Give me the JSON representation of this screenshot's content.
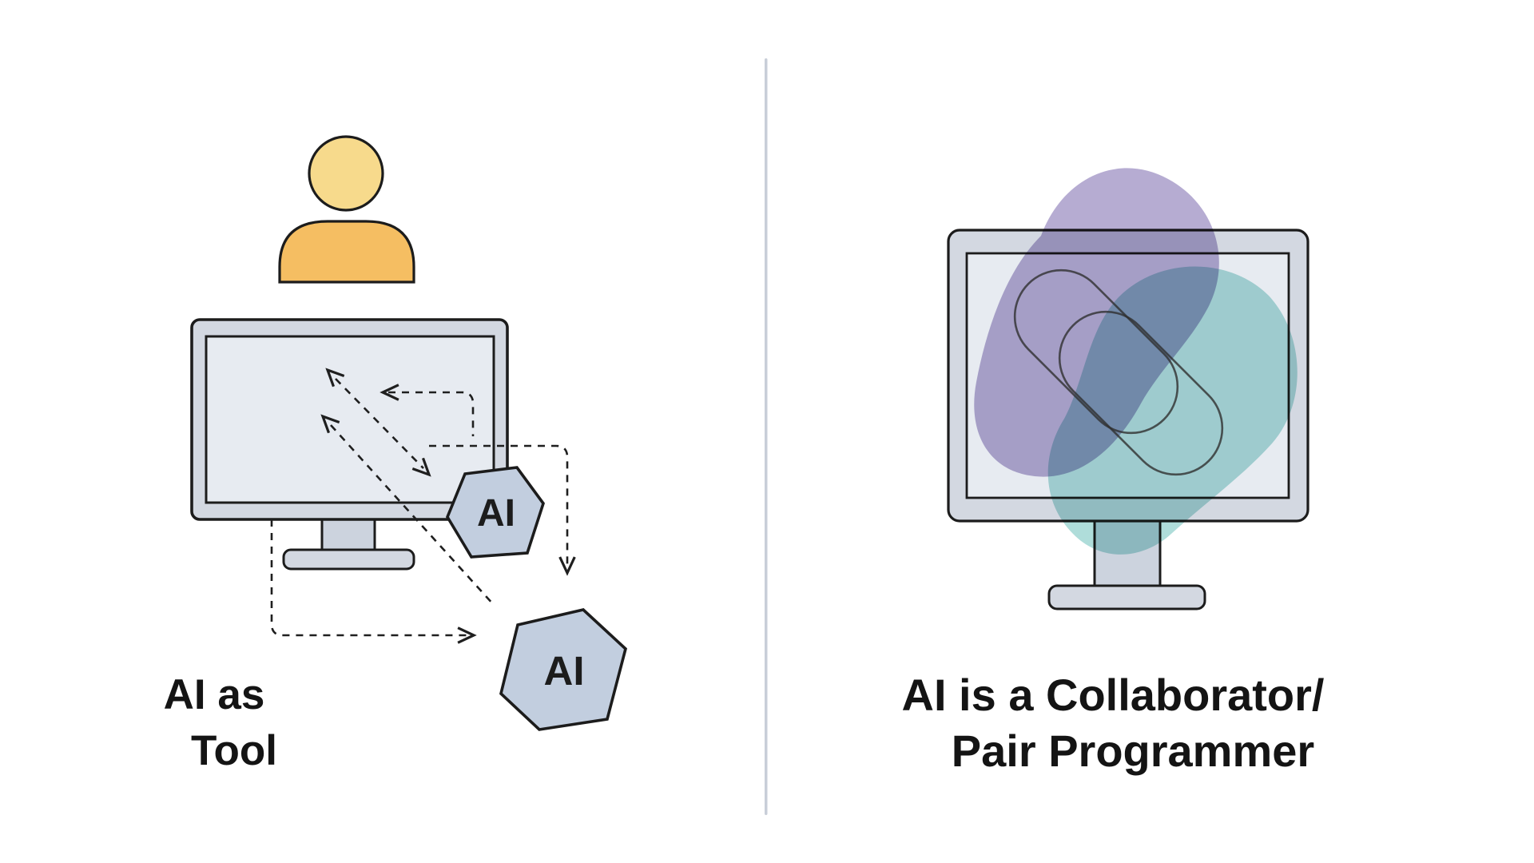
{
  "diagram": {
    "left": {
      "caption_line1": "AI as",
      "caption_line2": "Tool",
      "hexagon1_label": "AI",
      "hexagon2_label": "AI"
    },
    "right": {
      "caption_line1": "AI is a Collaborator/",
      "caption_line2": "Pair Programmer"
    }
  },
  "colors": {
    "background": "#ffffff",
    "ink": "#1c1c1c",
    "person_head": "#f7da8c",
    "person_body": "#f5be62",
    "monitor_frame": "#d3d8e1",
    "monitor_screen": "#e7ebf1",
    "stand": "#ccd3de",
    "hexagon_fill": "#c2cedf",
    "divider": "#c8ced8",
    "blob_purple": "#aca0cc",
    "blob_teal": "#a4d8d5",
    "blob_overlap": "#7d94be",
    "chain_outline": "#2f2f2f"
  }
}
